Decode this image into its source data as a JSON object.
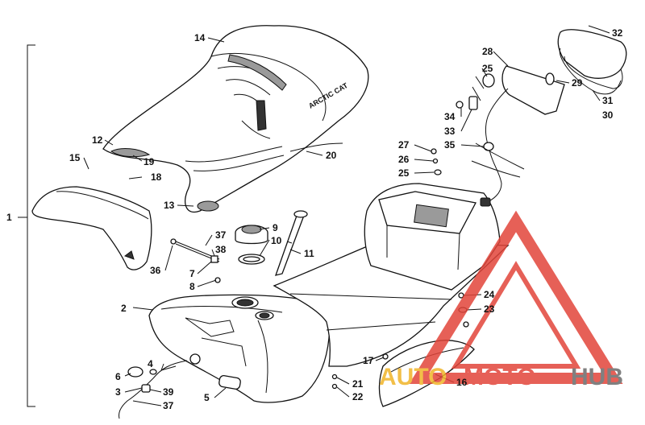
{
  "diagram": {
    "callouts": [
      {
        "id": "c1",
        "text": "1"
      },
      {
        "id": "c2",
        "text": "2"
      },
      {
        "id": "c3",
        "text": "3"
      },
      {
        "id": "c4",
        "text": "4"
      },
      {
        "id": "c5",
        "text": "5"
      },
      {
        "id": "c6",
        "text": "6"
      },
      {
        "id": "c7",
        "text": "7"
      },
      {
        "id": "c8",
        "text": "8"
      },
      {
        "id": "c9",
        "text": "9"
      },
      {
        "id": "c10",
        "text": "10"
      },
      {
        "id": "c11",
        "text": "11"
      },
      {
        "id": "c12",
        "text": "12"
      },
      {
        "id": "c13",
        "text": "13"
      },
      {
        "id": "c14",
        "text": "14"
      },
      {
        "id": "c15",
        "text": "15"
      },
      {
        "id": "c16",
        "text": "16"
      },
      {
        "id": "c17",
        "text": "17"
      },
      {
        "id": "c18",
        "text": "18"
      },
      {
        "id": "c19",
        "text": "19"
      },
      {
        "id": "c20",
        "text": "20"
      },
      {
        "id": "c21",
        "text": "21"
      },
      {
        "id": "c22",
        "text": "22"
      },
      {
        "id": "c23",
        "text": "23"
      },
      {
        "id": "c24",
        "text": "24"
      },
      {
        "id": "c25a",
        "text": "25"
      },
      {
        "id": "c25b",
        "text": "25"
      },
      {
        "id": "c26",
        "text": "26"
      },
      {
        "id": "c27",
        "text": "27"
      },
      {
        "id": "c28",
        "text": "28"
      },
      {
        "id": "c29",
        "text": "29"
      },
      {
        "id": "c30",
        "text": "30"
      },
      {
        "id": "c31",
        "text": "31"
      },
      {
        "id": "c32",
        "text": "32"
      },
      {
        "id": "c33",
        "text": "33"
      },
      {
        "id": "c34",
        "text": "34"
      },
      {
        "id": "c35",
        "text": "35"
      },
      {
        "id": "c36",
        "text": "36"
      },
      {
        "id": "c37a",
        "text": "37"
      },
      {
        "id": "c37b",
        "text": "37"
      },
      {
        "id": "c38",
        "text": "38"
      },
      {
        "id": "c39",
        "text": "39"
      }
    ],
    "seat_brand_text": "ARCTIC CAT"
  },
  "watermark": {
    "word_auto": "AUTO",
    "word_moto": "MOTO",
    "word_hub": "HUB",
    "colors": {
      "auto": "#f0b429",
      "moto": "#e2453a",
      "hub": "#6b6b6b",
      "triangle": "#e2453a"
    }
  }
}
